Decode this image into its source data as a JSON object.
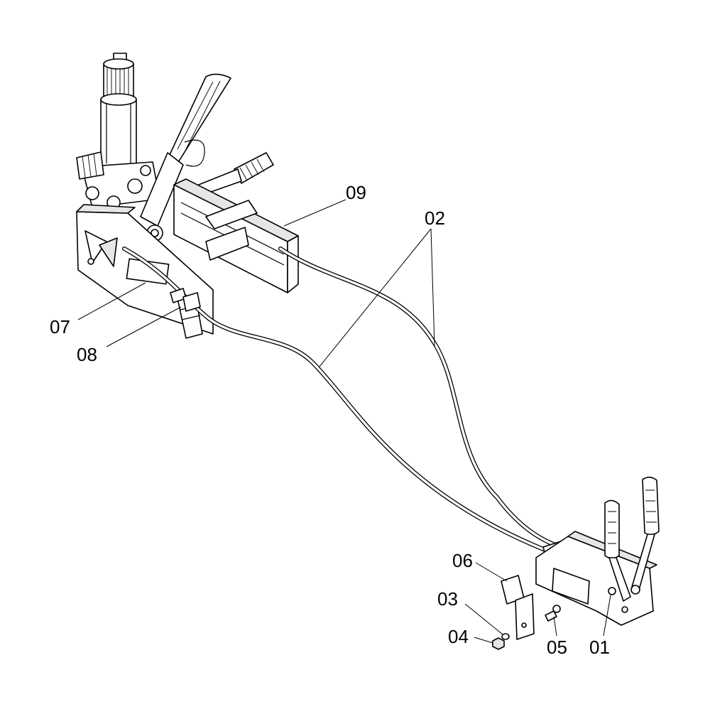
{
  "callouts": {
    "c01": "01",
    "c02": "02",
    "c03": "03",
    "c04": "04",
    "c05": "05",
    "c06": "06",
    "c07": "07",
    "c08": "08",
    "c09": "09"
  }
}
